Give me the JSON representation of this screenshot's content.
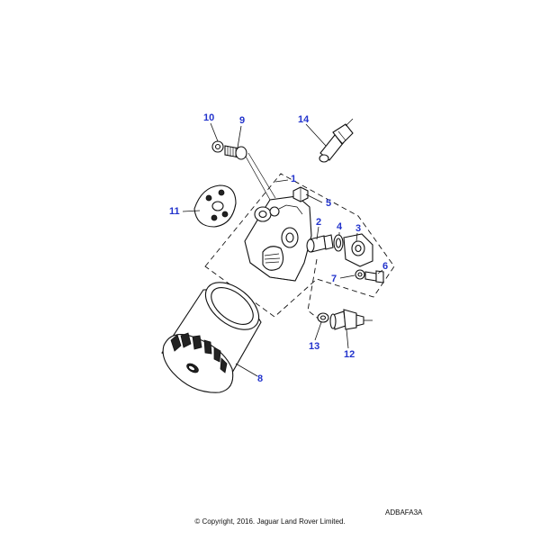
{
  "callouts": [
    "10",
    "9",
    "14",
    "1",
    "5",
    "11",
    "2",
    "4",
    "3",
    "6",
    "7",
    "13",
    "12",
    "8"
  ],
  "reference_code": "ADBAFA3A",
  "copyright": "© Copyright, 2016. Jaguar Land Rover Limited.",
  "colors": {
    "callout": "#2233cc",
    "line": "#111111"
  }
}
